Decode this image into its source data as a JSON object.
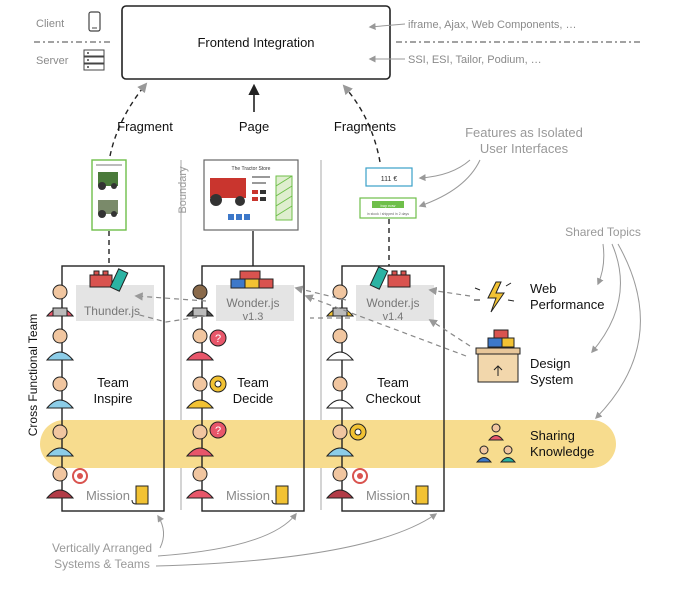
{
  "top": {
    "client": "Client",
    "server": "Server",
    "integration_title": "Frontend Integration",
    "client_tech": "iframe, Ajax, Web Components, …",
    "server_tech": "SSI, ESI, Tailor, Podium, …"
  },
  "flows": {
    "fragment": "Fragment",
    "page": "Page",
    "fragments": "Fragments"
  },
  "features_note": [
    "Features as Isolated",
    "User Interfaces"
  ],
  "boundary": "Boundary",
  "cross_functional": "Cross Functional Team",
  "shared_topics": "Shared Topics",
  "mock_page": {
    "title": "The Tractor Store",
    "price": "111 €",
    "buy_button": "buy now",
    "buy_note": "in stock / shipped in 2 days"
  },
  "teams": [
    {
      "lib": "Thunder.js",
      "version": "",
      "name": [
        "Team",
        "Inspire"
      ],
      "mission": "Mission"
    },
    {
      "lib": "Wonder.js",
      "version": "v1.3",
      "name": [
        "Team",
        "Decide"
      ],
      "mission": "Mission"
    },
    {
      "lib": "Wonder.js",
      "version": "v1.4",
      "name": [
        "Team",
        "Checkout"
      ],
      "mission": "Mission"
    }
  ],
  "topics": {
    "web_performance": [
      "Web",
      "Performance"
    ],
    "design_system": [
      "Design",
      "System"
    ],
    "sharing_knowledge": [
      "Sharing",
      "Knowledge"
    ]
  },
  "vertical_note": [
    "Vertically Arranged",
    "Systems & Teams"
  ],
  "colors": {
    "band": "#f7dc8e",
    "lib_box": "#e4e4e4",
    "frame": "#222222",
    "muted_text": "#9a9a9a",
    "block_red": "#d9534f",
    "block_blue": "#3d78c9",
    "block_yellow": "#f2c233",
    "block_teal": "#2bb3a3",
    "fragment_border": "#6fbf4a",
    "question_pink": "#e8566a"
  },
  "icons": [
    "smartphone-icon",
    "server-rack-icon",
    "lightning-icon",
    "box-icon",
    "people-share-icon",
    "target-icon",
    "gear-badge-icon",
    "question-badge-icon",
    "scroll-icon",
    "lego-brick-icon"
  ]
}
